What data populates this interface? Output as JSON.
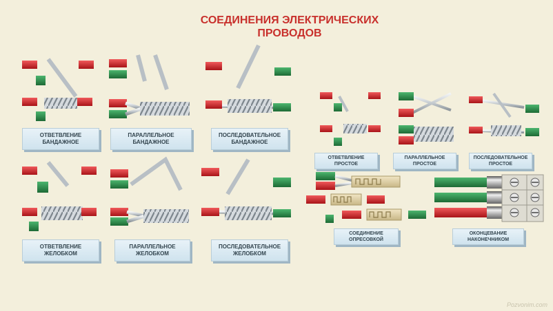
{
  "title": {
    "line1": "СОЕДИНЕНИЯ ЭЛЕКТРИЧЕСКИХ",
    "line2": "ПРОВОДОВ"
  },
  "labels": {
    "a1": [
      "ОТВЕТВЛЕНИЕ",
      "БАНДАЖНОЕ"
    ],
    "a2": [
      "ПАРАЛЛЕЛЬНОЕ",
      "БАНДАЖНОЕ"
    ],
    "a3": [
      "ПОСЛЕДОВАТЕЛЬНОЕ",
      "БАНДАЖНОЕ"
    ],
    "b1": [
      "ОТВЕТВЛЕНИЕ",
      "ЖЕЛОБКОМ"
    ],
    "b2": [
      "ПАРАЛЛЕЛЬНОЕ",
      "ЖЕЛОБКОМ"
    ],
    "b3": [
      "ПОСЛЕДОВАТЕЛЬНОЕ",
      "ЖЕЛОБКОМ"
    ],
    "c1": [
      "ОТВЕТВЛЕНИЕ",
      "ПРОСТОЕ"
    ],
    "c2": [
      "ПАРАЛЛЕЛЬНОЕ",
      "ПРОСТОЕ"
    ],
    "c3": [
      "ПОСЛЕДОВАТЕЛЬНОЕ",
      "ПРОСТОЕ"
    ],
    "d1": [
      "СОЕДИНЕНИЕ",
      "ОПРЕСОВКОЙ"
    ],
    "d2": [
      "ОКОНЦЕВАНИЕ",
      "НАКОНЕЧНИКОМ"
    ]
  },
  "watermark": "Pozvonim.com",
  "colors": {
    "background": "#f3efdc",
    "title": "#c8302c",
    "red_insulation": "#d8282c",
    "green_insulation": "#2e8b4a",
    "bare_wire": "#c9cfd4",
    "label_bg": "#dbeaf2"
  }
}
